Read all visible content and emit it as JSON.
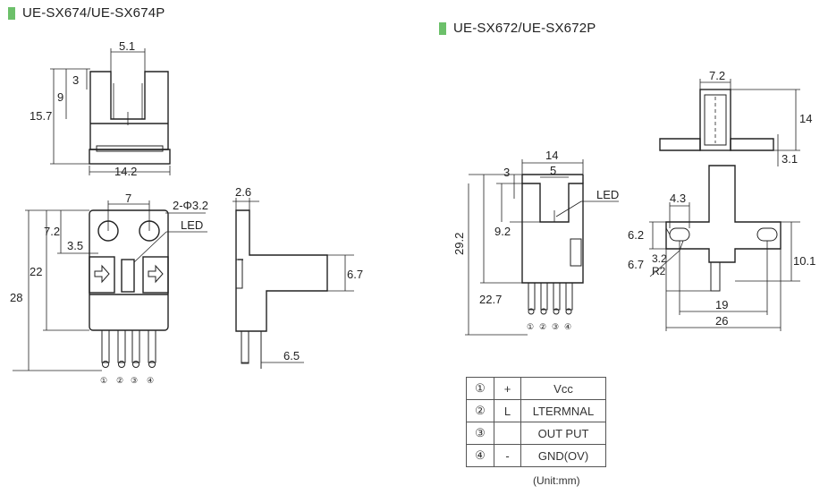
{
  "titles": {
    "left": "UE-SX674/UE-SX674P",
    "right": "UE-SX672/UE-SX672P"
  },
  "marker_color": "#6cc06a",
  "dims_674": {
    "top_width": "5.1",
    "slot_depth": "3",
    "slot_height": "9",
    "top_height": "15.7",
    "base_width": "14.2",
    "hole_pitch": "7",
    "hole_label": "2-Φ3.2",
    "hole_offset": "7.2",
    "hole_small": "3.5",
    "led": "LED",
    "body_height": "22",
    "total_height": "28",
    "side_thickness": "2.6",
    "side_arm": "6.7",
    "pin_length": "6.5"
  },
  "dims_672": {
    "front_width": "14",
    "slot_width": "5",
    "slot_depth": "3",
    "slot_height": "9.2",
    "total_height": "29.2",
    "body_height": "22.7",
    "led": "LED",
    "top_width": "7.2",
    "top_height": "14",
    "top_base": "3.1",
    "slot_pitch": "4.3",
    "hole_v": "6.2",
    "hole_dia": "3.2",
    "hole_r": "R2",
    "hole_offset": "6.7",
    "side_height": "10.1",
    "hole_pitch": "19",
    "overall_width": "26"
  },
  "pin_labels": [
    "①",
    "②",
    "③",
    "④"
  ],
  "pin_table": [
    {
      "no": "①",
      "sym": "+",
      "name": "Vcc"
    },
    {
      "no": "②",
      "sym": "L",
      "name": "LTERMNAL"
    },
    {
      "no": "③",
      "sym": "",
      "name": "OUT PUT"
    },
    {
      "no": "④",
      "sym": "-",
      "name": "GND(OV)"
    }
  ],
  "unit_note": "(Unit:mm)"
}
